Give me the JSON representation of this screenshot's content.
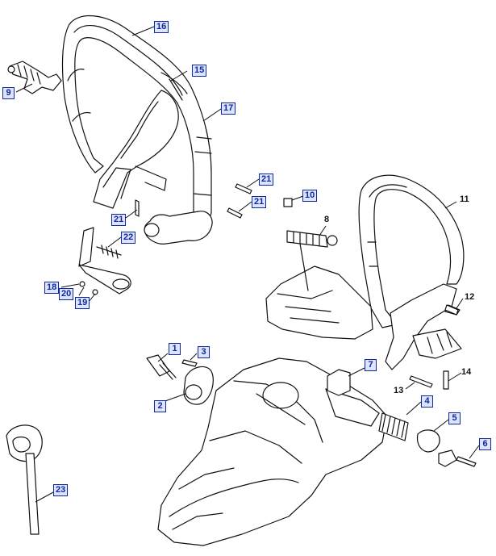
{
  "callouts": [
    {
      "label": "1",
      "boxed": true
    },
    {
      "label": "2",
      "boxed": true
    },
    {
      "label": "3",
      "boxed": true
    },
    {
      "label": "4",
      "boxed": true
    },
    {
      "label": "5",
      "boxed": true
    },
    {
      "label": "6",
      "boxed": true
    },
    {
      "label": "7",
      "boxed": true
    },
    {
      "label": "8",
      "boxed": false
    },
    {
      "label": "9",
      "boxed": true
    },
    {
      "label": "10",
      "boxed": true
    },
    {
      "label": "11",
      "boxed": false
    },
    {
      "label": "12",
      "boxed": false
    },
    {
      "label": "13",
      "boxed": false
    },
    {
      "label": "14",
      "boxed": false
    },
    {
      "label": "15",
      "boxed": true
    },
    {
      "label": "16",
      "boxed": true
    },
    {
      "label": "17",
      "boxed": true
    },
    {
      "label": "18",
      "boxed": true
    },
    {
      "label": "19",
      "boxed": true
    },
    {
      "label": "20",
      "boxed": true
    },
    {
      "label": "21",
      "boxed": true
    },
    {
      "label": "21",
      "boxed": true
    },
    {
      "label": "21",
      "boxed": true
    },
    {
      "label": "22",
      "boxed": true
    },
    {
      "label": "23",
      "boxed": true
    }
  ],
  "colors": {
    "callout_border": "#0b2a9b",
    "callout_fill": "#dfe3ff",
    "line": "#111111"
  }
}
